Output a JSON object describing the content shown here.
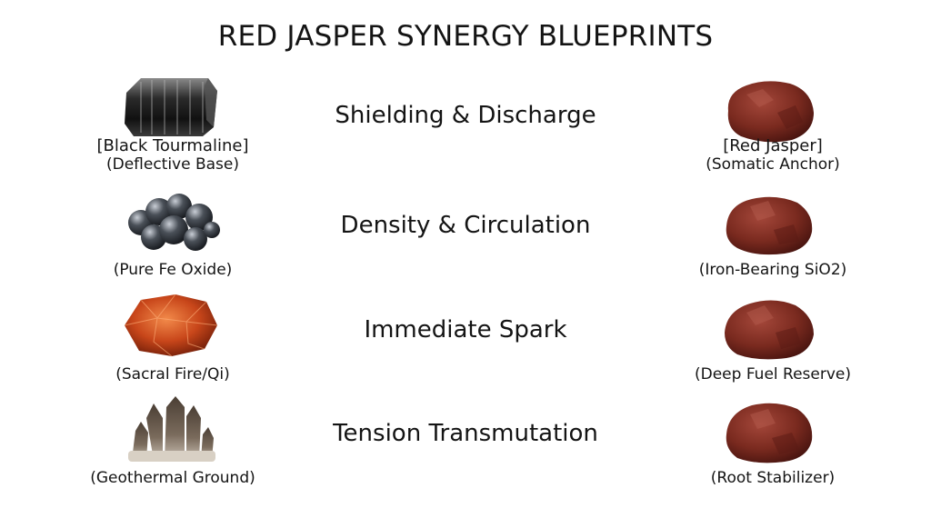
{
  "title": "RED JASPER SYNERGY BLUEPRINTS",
  "rows": [
    {
      "left_name": "[Black Tourmaline]",
      "left_role": "(Deflective Base)",
      "center": "Shielding & Discharge",
      "right_name": "[Red Jasper]",
      "right_role": "(Somatic Anchor)",
      "left_stone_icon": "black-tourmaline-icon",
      "right_stone_icon": "red-jasper-icon"
    },
    {
      "left_role": "(Pure Fe Oxide)",
      "center": "Density & Circulation",
      "right_role": "(Iron-Bearing SiO2)",
      "left_stone_icon": "hematite-icon",
      "right_stone_icon": "red-jasper-icon"
    },
    {
      "left_role": "(Sacral Fire/Qi)",
      "center": "Immediate Spark",
      "right_role": "(Deep Fuel Reserve)",
      "left_stone_icon": "carnelian-icon",
      "right_stone_icon": "red-jasper-icon"
    },
    {
      "left_role": "(Geothermal Ground)",
      "center": "Tension Transmutation",
      "right_role": "(Root Stabilizer)",
      "left_stone_icon": "smoky-quartz-icon",
      "right_stone_icon": "red-jasper-icon"
    }
  ],
  "colors": {
    "jasper": "#7a2a1f",
    "carnelian": "#c8461a",
    "hematite": "#4a5058",
    "tourmaline": "#1e1e1e",
    "smoky_quartz": "#7a6b5c"
  }
}
